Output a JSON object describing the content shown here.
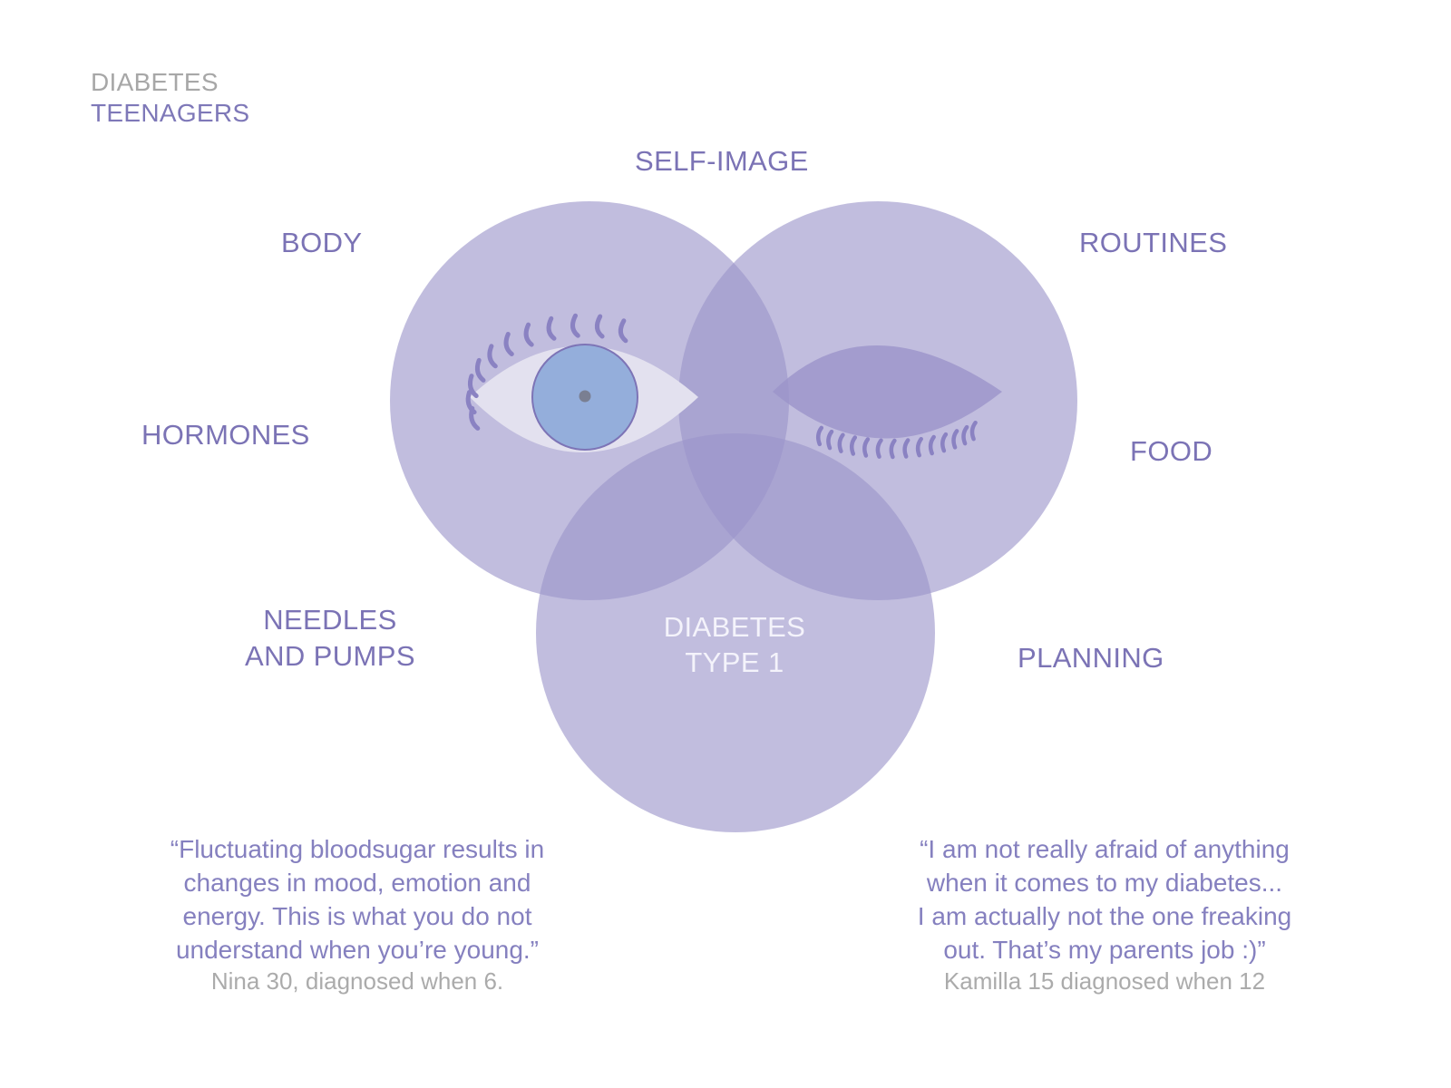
{
  "header": {
    "line1": "DIABETES",
    "line2": "TEENAGERS"
  },
  "diagram": {
    "center_label": [
      "DIABETES",
      "TYPE 1"
    ],
    "labels": {
      "self_image": "SELF-IMAGE",
      "body": "BODY",
      "routines": "ROUTINES",
      "hormones": "HORMONES",
      "food": "FOOD",
      "needles": [
        "NEEDLES",
        "AND PUMPS"
      ],
      "planning": "PLANNING"
    },
    "colors": {
      "circle_fill": "#9b94c9",
      "text": "#7b73b5",
      "eye_white": "#e3e1ef",
      "iris": "#94aedb",
      "lashes": "#8a82c2"
    },
    "icons": [
      "open-eye-icon",
      "closed-eye-icon"
    ]
  },
  "quotes": [
    {
      "lines": [
        "“Fluctuating bloodsugar results in",
        "changes in mood, emotion and",
        "energy. This is what you do not",
        "understand when you’re young.”"
      ],
      "attribution": "Nina 30, diagnosed when 6."
    },
    {
      "lines": [
        "“I am not really afraid of anything",
        "when it comes to my diabetes...",
        "I am actually not the one freaking",
        "out.  That’s my parents job :)”"
      ],
      "attribution": "Kamilla 15 diagnosed when 12"
    }
  ]
}
